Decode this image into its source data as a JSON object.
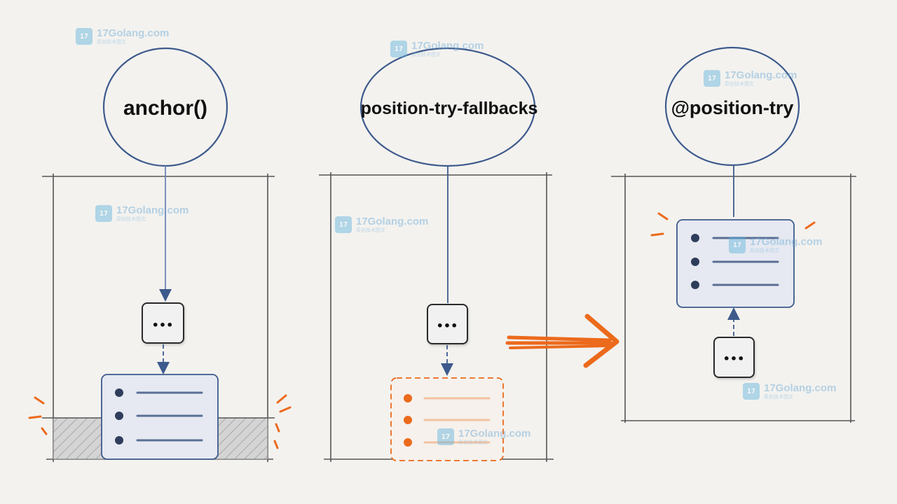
{
  "panels": [
    {
      "title": "anchor()",
      "tooltip_trigger": "•••",
      "menu_items": 3
    },
    {
      "title": "position-try-fallbacks",
      "tooltip_trigger": "•••",
      "menu_items": 3
    },
    {
      "title": "@position-try",
      "tooltip_trigger": "•••",
      "menu_items": 3
    }
  ],
  "watermark": {
    "site": "17Golang.com",
    "subtitle": "原创技术图文",
    "logo": "17"
  },
  "colors": {
    "ellipse_stroke": "#3d5a8c",
    "box_stroke": "#2b2b2b",
    "menu_fill": "#e6e9f1",
    "menu_dot": "#2f3d5c",
    "accent_orange": "#ec6a1c",
    "overflow_hatch": "#cfcfcf"
  }
}
